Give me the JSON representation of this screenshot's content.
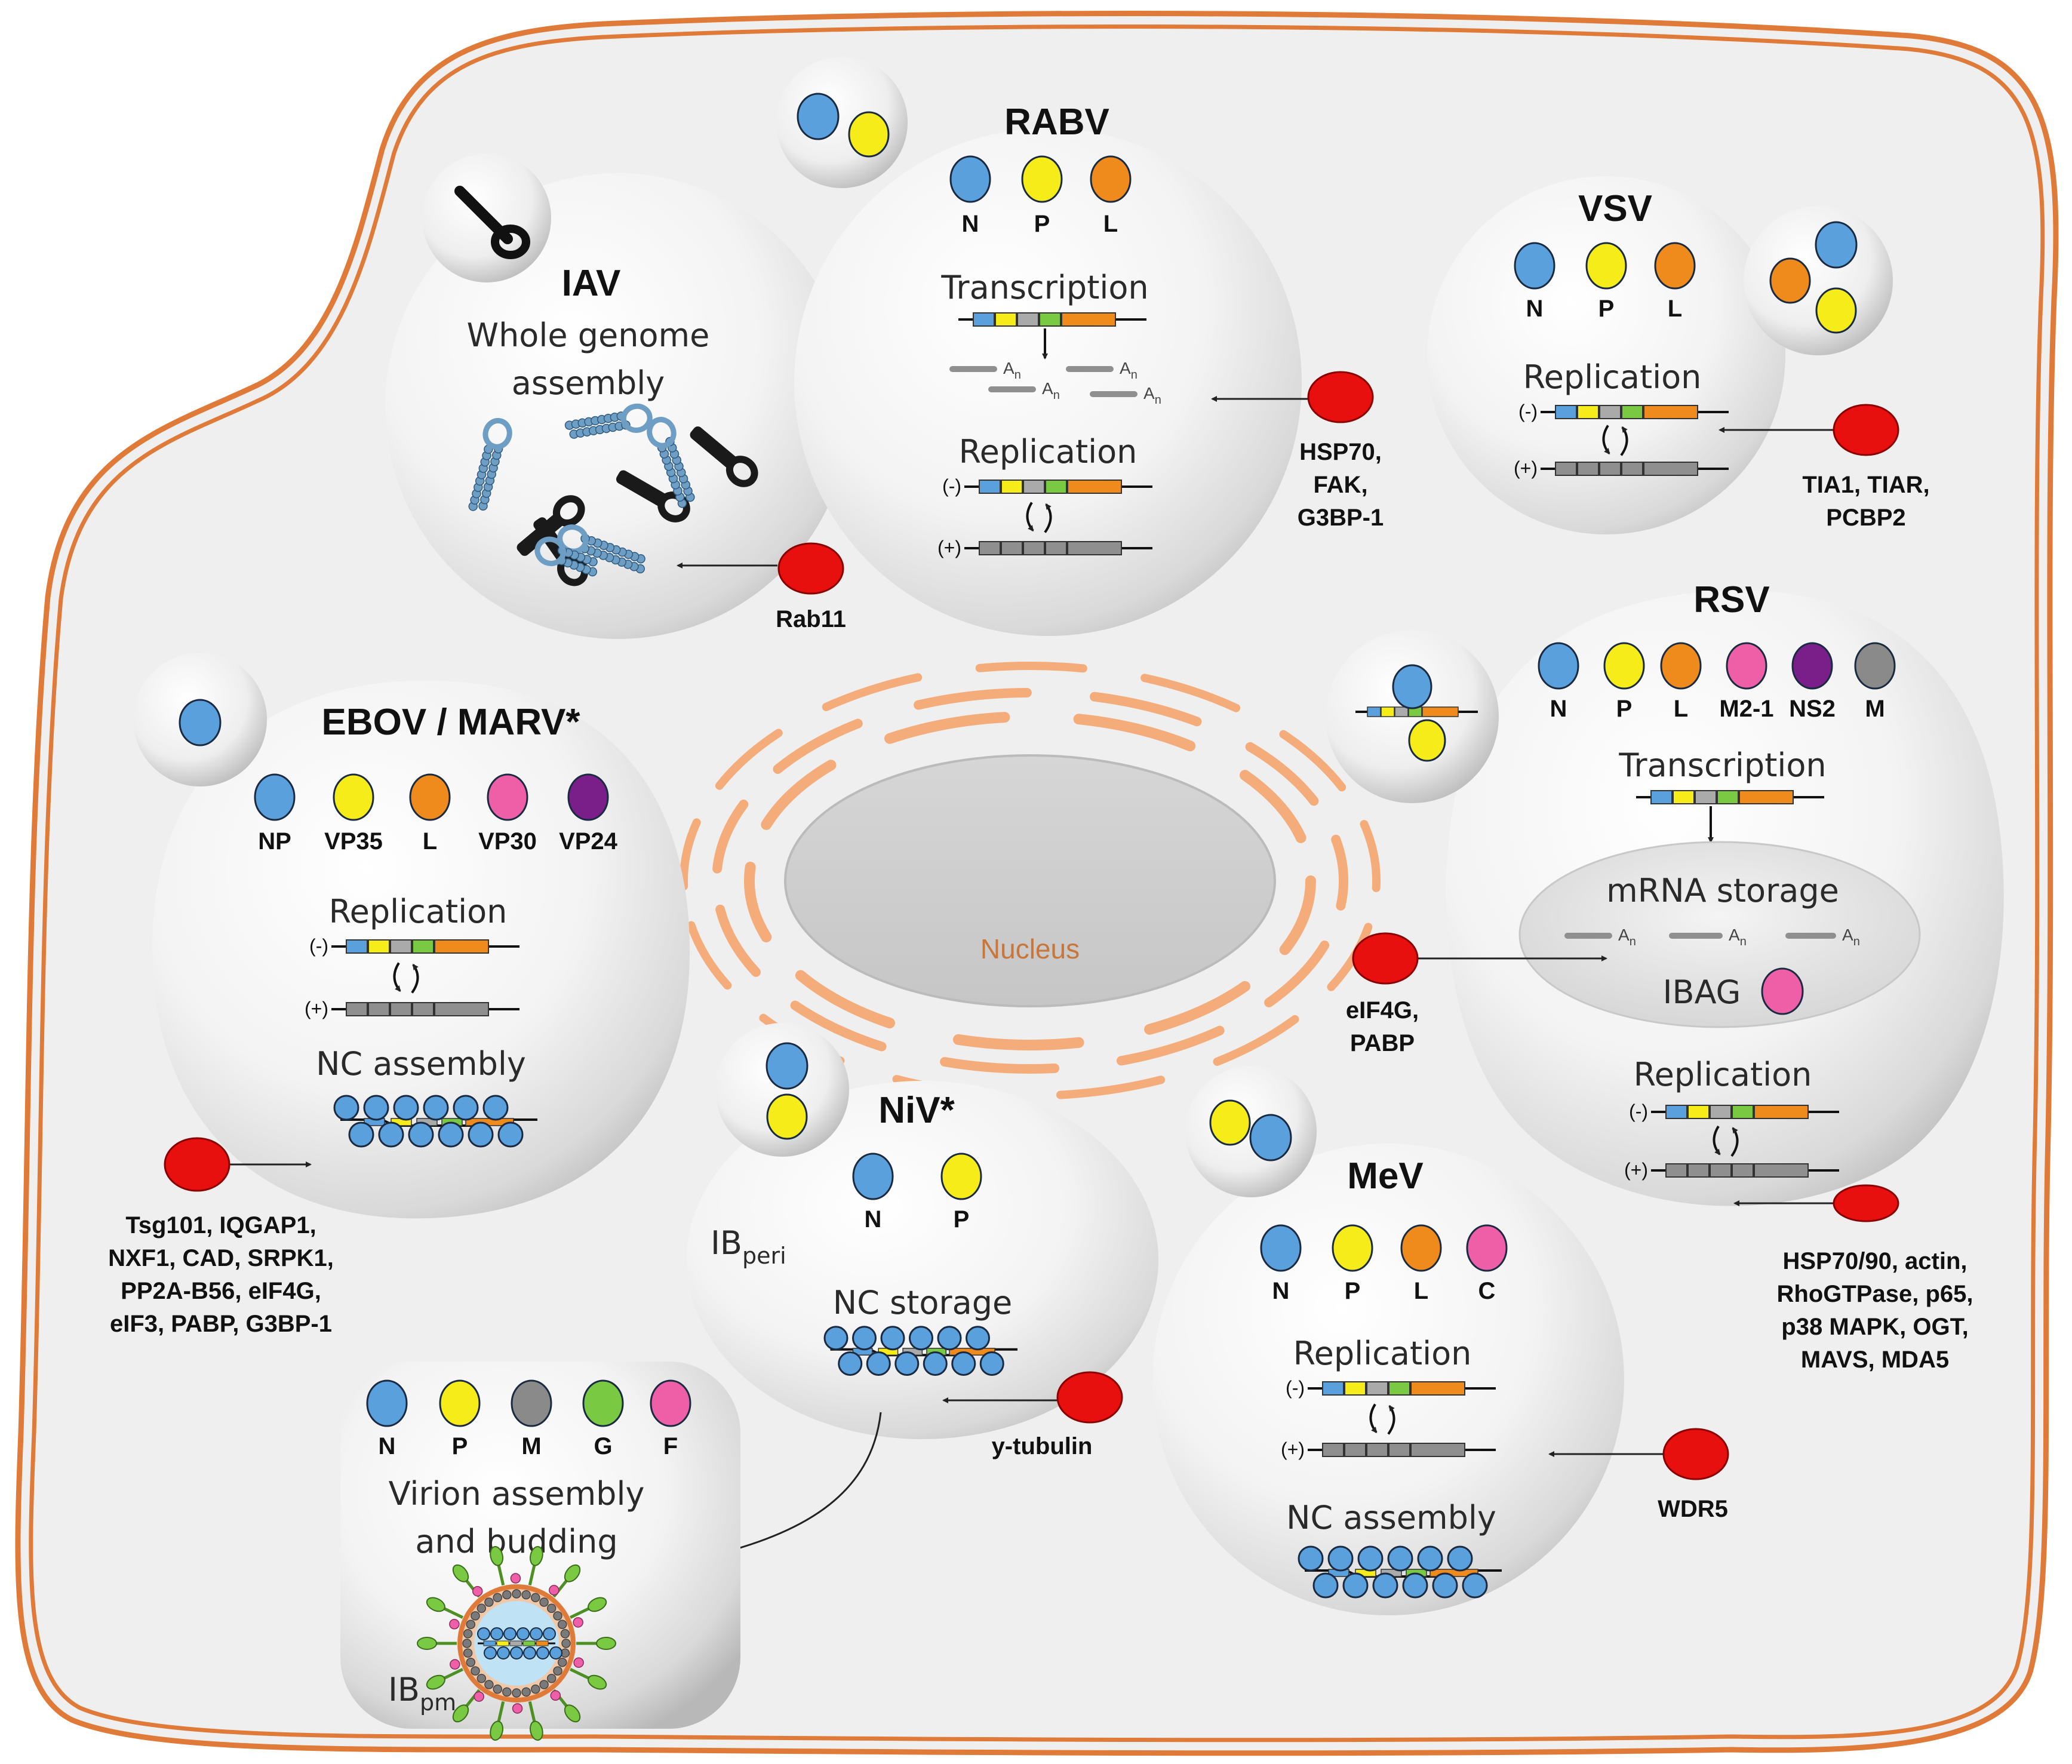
{
  "colors": {
    "N": "#5aa0dd",
    "P": "#f6ec1a",
    "L": "#ef8a1c",
    "pink": "#ef5fa8",
    "purple": "#7a1f8a",
    "gray": "#8a8a8a",
    "green": "#7ac943",
    "factor": "#e80f0f",
    "membrane": "#e07a38",
    "er": "#f4ad7a"
  },
  "nucleus": {
    "label": "Nucleus"
  },
  "iav": {
    "title": "IAV",
    "section": [
      "Whole genome",
      "assembly"
    ],
    "factors": [
      "Rab11"
    ]
  },
  "rabv": {
    "title": "RABV",
    "proteins": [
      "N",
      "P",
      "L"
    ],
    "transcription": "Transcription",
    "replication": "Replication",
    "factors": [
      "HSP70,",
      "FAK,",
      "G3BP-1"
    ]
  },
  "vsv": {
    "title": "VSV",
    "proteins": [
      "N",
      "P",
      "L"
    ],
    "replication": "Replication",
    "factors": [
      "TIA1, TIAR,",
      "PCBP2"
    ]
  },
  "rsv": {
    "title": "RSV",
    "proteins": [
      "N",
      "P",
      "L",
      "M2-1",
      "NS2",
      "M"
    ],
    "transcription": "Transcription",
    "storage": "mRNA storage",
    "ibag": "IBAG",
    "replication": "Replication",
    "factors_left": [
      "eIF4G,",
      "PABP"
    ],
    "factors_bottom": [
      "HSP70/90, actin,",
      "RhoGTPase, p65,",
      "p38 MAPK, OGT,",
      "MAVS, MDA5"
    ]
  },
  "ebov": {
    "title": "EBOV / MARV*",
    "proteins": [
      "NP",
      "VP35",
      "L",
      "VP30",
      "VP24"
    ],
    "replication": "Replication",
    "nc": "NC assembly",
    "factors": [
      "Tsg101, IQGAP1,",
      "NXF1, CAD, SRPK1,",
      "PP2A-B56, eIF4G,",
      "eIF3, PABP, G3BP-1"
    ]
  },
  "niv": {
    "title": "NiV*",
    "proteins": [
      "N",
      "P"
    ],
    "ib_main": "IB",
    "ib_sub": "peri",
    "nc": "NC storage",
    "factors": [
      "y-tubulin"
    ]
  },
  "niv_pm": {
    "proteins": [
      "N",
      "P",
      "M",
      "G",
      "F"
    ],
    "section": [
      "Virion assembly",
      "and budding"
    ],
    "ib_main": "IB",
    "ib_sub": "pm"
  },
  "mev": {
    "title": "MeV",
    "proteins": [
      "N",
      "P",
      "L",
      "C"
    ],
    "replication": "Replication",
    "nc": "NC assembly",
    "factors": [
      "WDR5"
    ]
  },
  "signs": {
    "minus": "(-)",
    "plus": "(+)",
    "an": "A",
    "an_sub": "n"
  }
}
